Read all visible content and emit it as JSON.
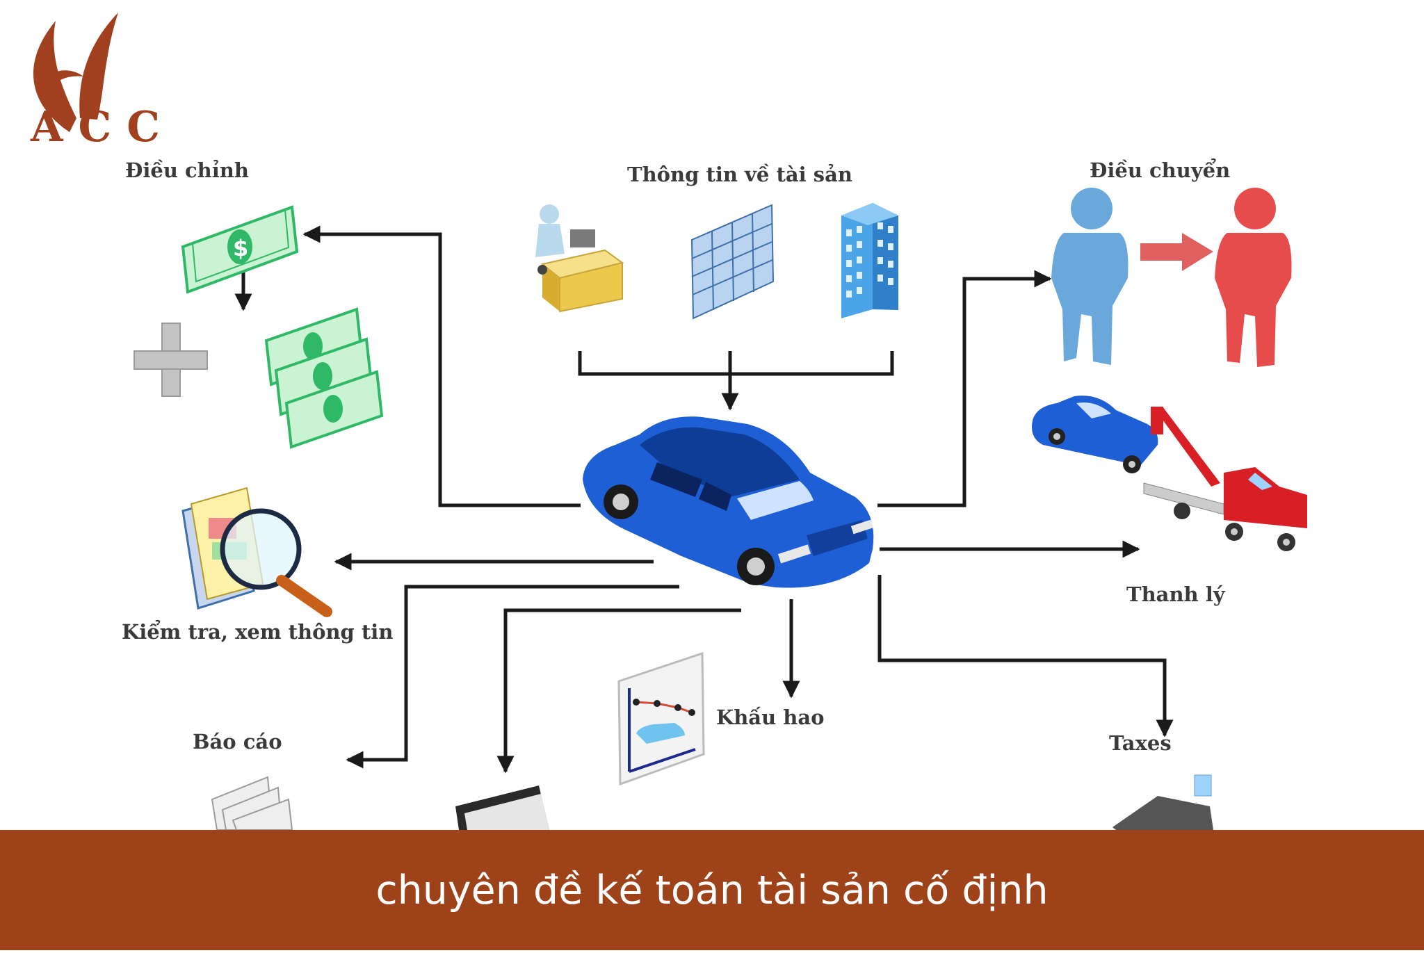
{
  "logo": {
    "text": "ACC"
  },
  "nodes": {
    "dieu_chinh": "Điều chỉnh",
    "thong_tin": "Thông tin về tài sản",
    "dieu_chuyen": "Điều chuyển",
    "kiem_tra": "Kiểm tra, xem thông tin",
    "thanh_ly": "Thanh lý",
    "khau_hao": "Khấu hao",
    "bao_cao": "Báo cáo",
    "taxes": "Taxes"
  },
  "caption": "chuyên đề kế toán tài sản cố định",
  "colors": {
    "brand": "#9d4219",
    "car": "#1e5fd6",
    "money": "#2fb866",
    "person_blue": "#6aa8dc",
    "person_red": "#e74c4c",
    "truck": "#d81f26"
  }
}
